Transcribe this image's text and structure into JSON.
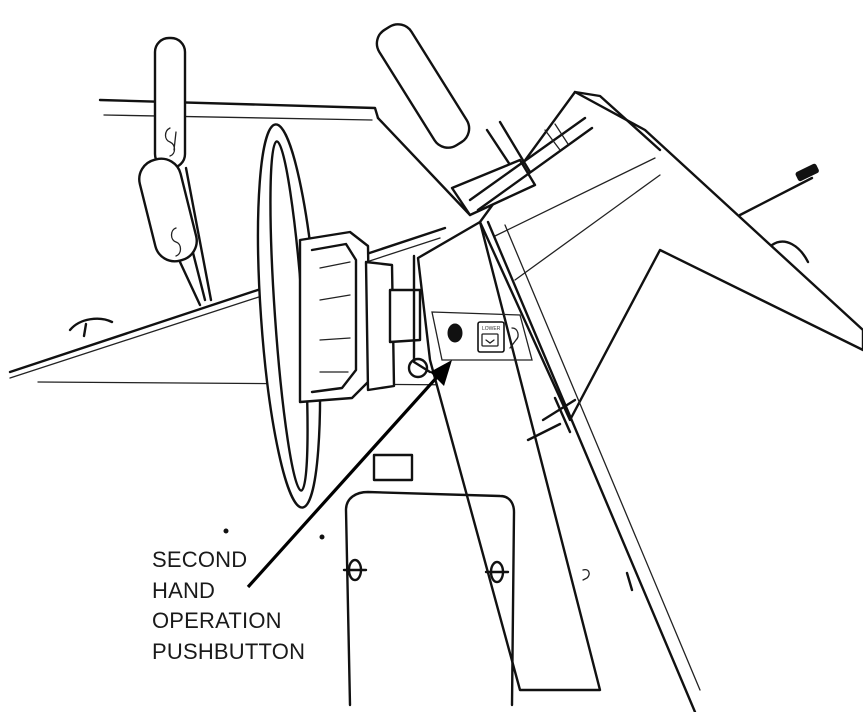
{
  "callout": {
    "line1": "SECOND",
    "line2": "HAND",
    "line3": "OPERATION",
    "line4": "PUSHBUTTON"
  },
  "panel": {
    "lower_label": "LOWER"
  },
  "colors": {
    "ink": "#111111",
    "background": "#ffffff"
  }
}
